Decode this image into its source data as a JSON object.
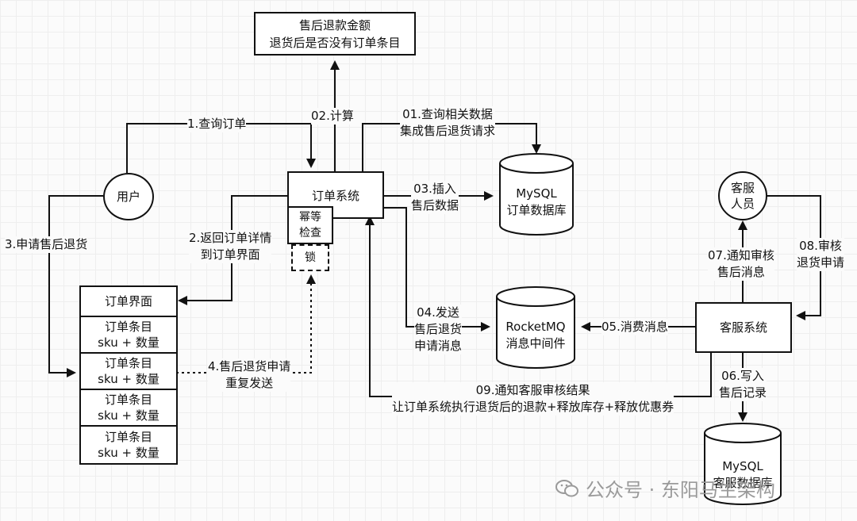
{
  "nodes": {
    "order_system": "订单系统",
    "idempotent_check": [
      "幂等",
      "检查"
    ],
    "lock": "锁",
    "user": "用户",
    "refund_calc": [
      "售后退款金额",
      "退货后是否没有订单条目"
    ],
    "order_db": [
      "MySQL",
      "订单数据库"
    ],
    "rocketmq": [
      "RocketMQ",
      "消息中间件"
    ],
    "cs_staff": [
      "客服",
      "人员"
    ],
    "cs_system": "客服系统",
    "cs_db": [
      "MySQL",
      "客服数据库"
    ],
    "order_ui": {
      "title": "订单界面",
      "items": [
        [
          "订单条目",
          "sku + 数量"
        ],
        [
          "订单条目",
          "sku + 数量"
        ],
        [
          "订单条目",
          "sku + 数量"
        ],
        [
          "订单条目",
          "sku + 数量"
        ]
      ]
    }
  },
  "edges": {
    "e1": "1.查询订单",
    "e01": [
      "01.查询相关数据",
      "集成售后退货请求"
    ],
    "e02": "02.计算",
    "e03": [
      "03.插入",
      "售后数据"
    ],
    "e2": [
      "2.返回订单详情",
      "到订单界面"
    ],
    "e3": "3.申请售后退货",
    "e04": [
      "04.发送",
      "售后退货",
      "申请消息"
    ],
    "e05": "05.消费消息",
    "e06": [
      "06.写入",
      "售后记录"
    ],
    "e07": [
      "07.通知审核",
      "售后消息"
    ],
    "e08": [
      "08.审核",
      "退货申请"
    ],
    "e09": [
      "09.通知客服审核结果",
      "让订单系统执行退货后的退款+释放库存+释放优惠券"
    ],
    "e4": [
      "4.售后退货申请",
      "重复发送"
    ]
  },
  "watermark": "公众号 · 东阳马生架构"
}
